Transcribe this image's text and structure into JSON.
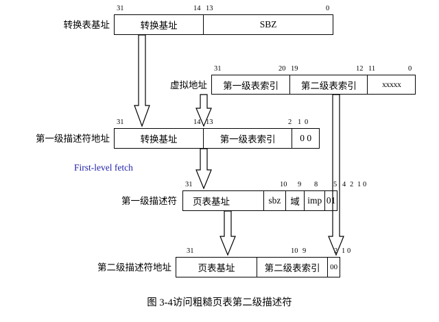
{
  "figure": {
    "caption": "图 3-4访问粗糙页表第二级描述符",
    "annotation": "First-level fetch",
    "annotation_color": "#2222aa",
    "line_color": "#000000",
    "background": "#ffffff"
  },
  "rows": [
    {
      "id": "translation-table-base",
      "label": "转换表基址",
      "fields": [
        {
          "text": "转换基址",
          "hi": "31",
          "lo": "14"
        },
        {
          "text": "SBZ",
          "hi": "13",
          "lo": "0"
        }
      ]
    },
    {
      "id": "virtual-address",
      "label": "虚拟地址",
      "fields": [
        {
          "text": "第一级表索引",
          "hi": "31",
          "lo": "20"
        },
        {
          "text": "第二级表索引",
          "hi": "19",
          "lo": "12"
        },
        {
          "text": "xxxxx",
          "hi": "11",
          "lo": "0"
        }
      ]
    },
    {
      "id": "first-level-descriptor-address",
      "label": "第一级描述符地址",
      "fields": [
        {
          "text": "转换基址",
          "hi": "31",
          "lo": "14"
        },
        {
          "text": "第一级表索引",
          "hi": "13",
          "lo": "2"
        },
        {
          "text": "0 0",
          "hi": "1",
          "lo": "0"
        }
      ]
    },
    {
      "id": "first-level-descriptor",
      "label": "第一级描述符",
      "fields": [
        {
          "text": "页表基址",
          "hi": "31",
          "lo": "10"
        },
        {
          "text": "sbz",
          "hi": "9",
          "lo": "9"
        },
        {
          "text": "域",
          "hi": "8",
          "lo": "5"
        },
        {
          "text": "imp",
          "hi": "4",
          "lo": "2"
        },
        {
          "text": "01",
          "hi": "1",
          "lo": "0"
        }
      ]
    },
    {
      "id": "second-level-descriptor-address",
      "label": "第二级描述符地址",
      "fields": [
        {
          "text": "页表基址",
          "hi": "31",
          "lo": "10"
        },
        {
          "text": "第二级表索引",
          "hi": "9",
          "lo": "2"
        },
        {
          "text": "00",
          "hi": "1",
          "lo": "0"
        }
      ]
    }
  ],
  "bit_markers": {
    "row1": [
      "31",
      "14",
      "13",
      "0"
    ],
    "row2": [
      "31",
      "20",
      "19",
      "12",
      "11",
      "0"
    ],
    "row3": [
      "31",
      "14",
      "13",
      "2",
      "1",
      "0"
    ],
    "row4": [
      "31",
      "10",
      "9",
      "8",
      "5",
      "4",
      "2",
      "1",
      "0"
    ],
    "row5": [
      "31",
      "10",
      "9",
      "2",
      "1",
      "0"
    ]
  }
}
